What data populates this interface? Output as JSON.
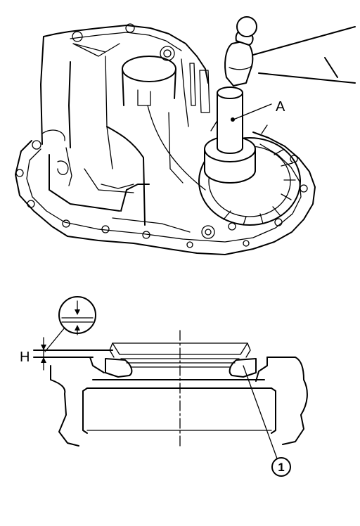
{
  "figure": {
    "callout_a": "A",
    "callout_h": "H",
    "callout_1": "1"
  }
}
